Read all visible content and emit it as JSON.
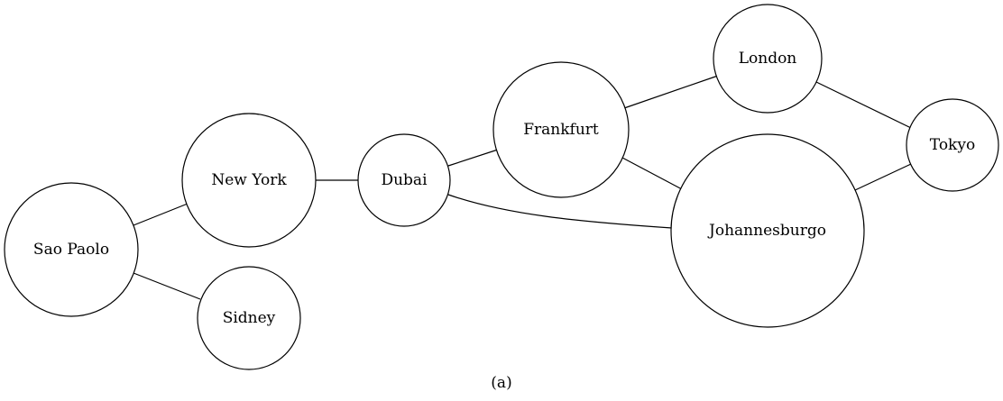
{
  "nodes": [
    {
      "id": "saopaolo",
      "label": "Sao Paolo"
    },
    {
      "id": "newyork",
      "label": "New York"
    },
    {
      "id": "sidney",
      "label": "Sidney"
    },
    {
      "id": "dubai",
      "label": "Dubai"
    },
    {
      "id": "frankfurt",
      "label": "Frankfurt"
    },
    {
      "id": "london",
      "label": "London"
    },
    {
      "id": "johannesburgo",
      "label": "Johannesburgo"
    },
    {
      "id": "tokyo",
      "label": "Tokyo"
    }
  ],
  "edges": [
    {
      "from": "saopaolo",
      "to": "newyork"
    },
    {
      "from": "saopaolo",
      "to": "sidney"
    },
    {
      "from": "newyork",
      "to": "dubai"
    },
    {
      "from": "dubai",
      "to": "frankfurt"
    },
    {
      "from": "dubai",
      "to": "johannesburgo"
    },
    {
      "from": "frankfurt",
      "to": "london"
    },
    {
      "from": "frankfurt",
      "to": "johannesburgo"
    },
    {
      "from": "london",
      "to": "tokyo"
    },
    {
      "from": "johannesburgo",
      "to": "tokyo"
    }
  ],
  "caption": "(a)"
}
